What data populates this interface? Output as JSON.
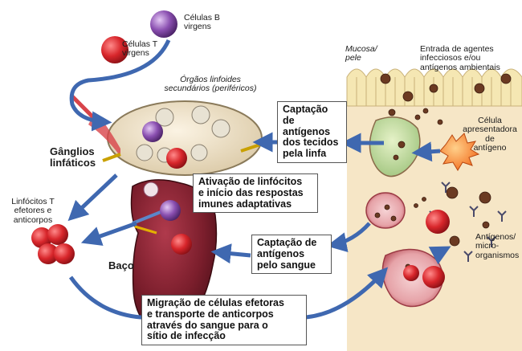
{
  "labels": {
    "naive_b": "Células B\nvirgens",
    "naive_t": "Células T\nvirgens",
    "secondary_organs": "Órgãos linfoides\nsecundários (periféricos)",
    "mucosa": "Mucosa/\npele",
    "entry": "Entrada de agentes\ninfecciosos e/ou\nantígenos ambientais",
    "apc": "Célula\napresentadora\nde\nantígeno",
    "lymph_nodes": "Gânglios\nlinfáticos",
    "effector": "Linfócitos T\nefetores e\nanticorpos",
    "spleen": "Baço",
    "antigens_microbes": "Antígenos/\nmicro-\norganismos"
  },
  "boxes": {
    "capture_lymph": "Captação de\nantígenos\ndos tecidos\npela linfa",
    "activation": "Ativação de linfócitos\ne início das respostas\nimunes adaptativas",
    "capture_blood": "Captação de\nantígenos\npelo sangue",
    "migration": "Migração de células efetoras\ne transporte de anticorpos\natravés do sangue para o\nsítio de infecção"
  },
  "colors": {
    "arrow": "#3f68b0",
    "t_cell": "#d8262b",
    "b_cell": "#8a4fb0",
    "spleen": "#7b1e2c",
    "node": "#e9dcc2",
    "tissue": "#f3e2c0",
    "vessel": "#e6a3a8",
    "apc": "#f26a1b"
  }
}
